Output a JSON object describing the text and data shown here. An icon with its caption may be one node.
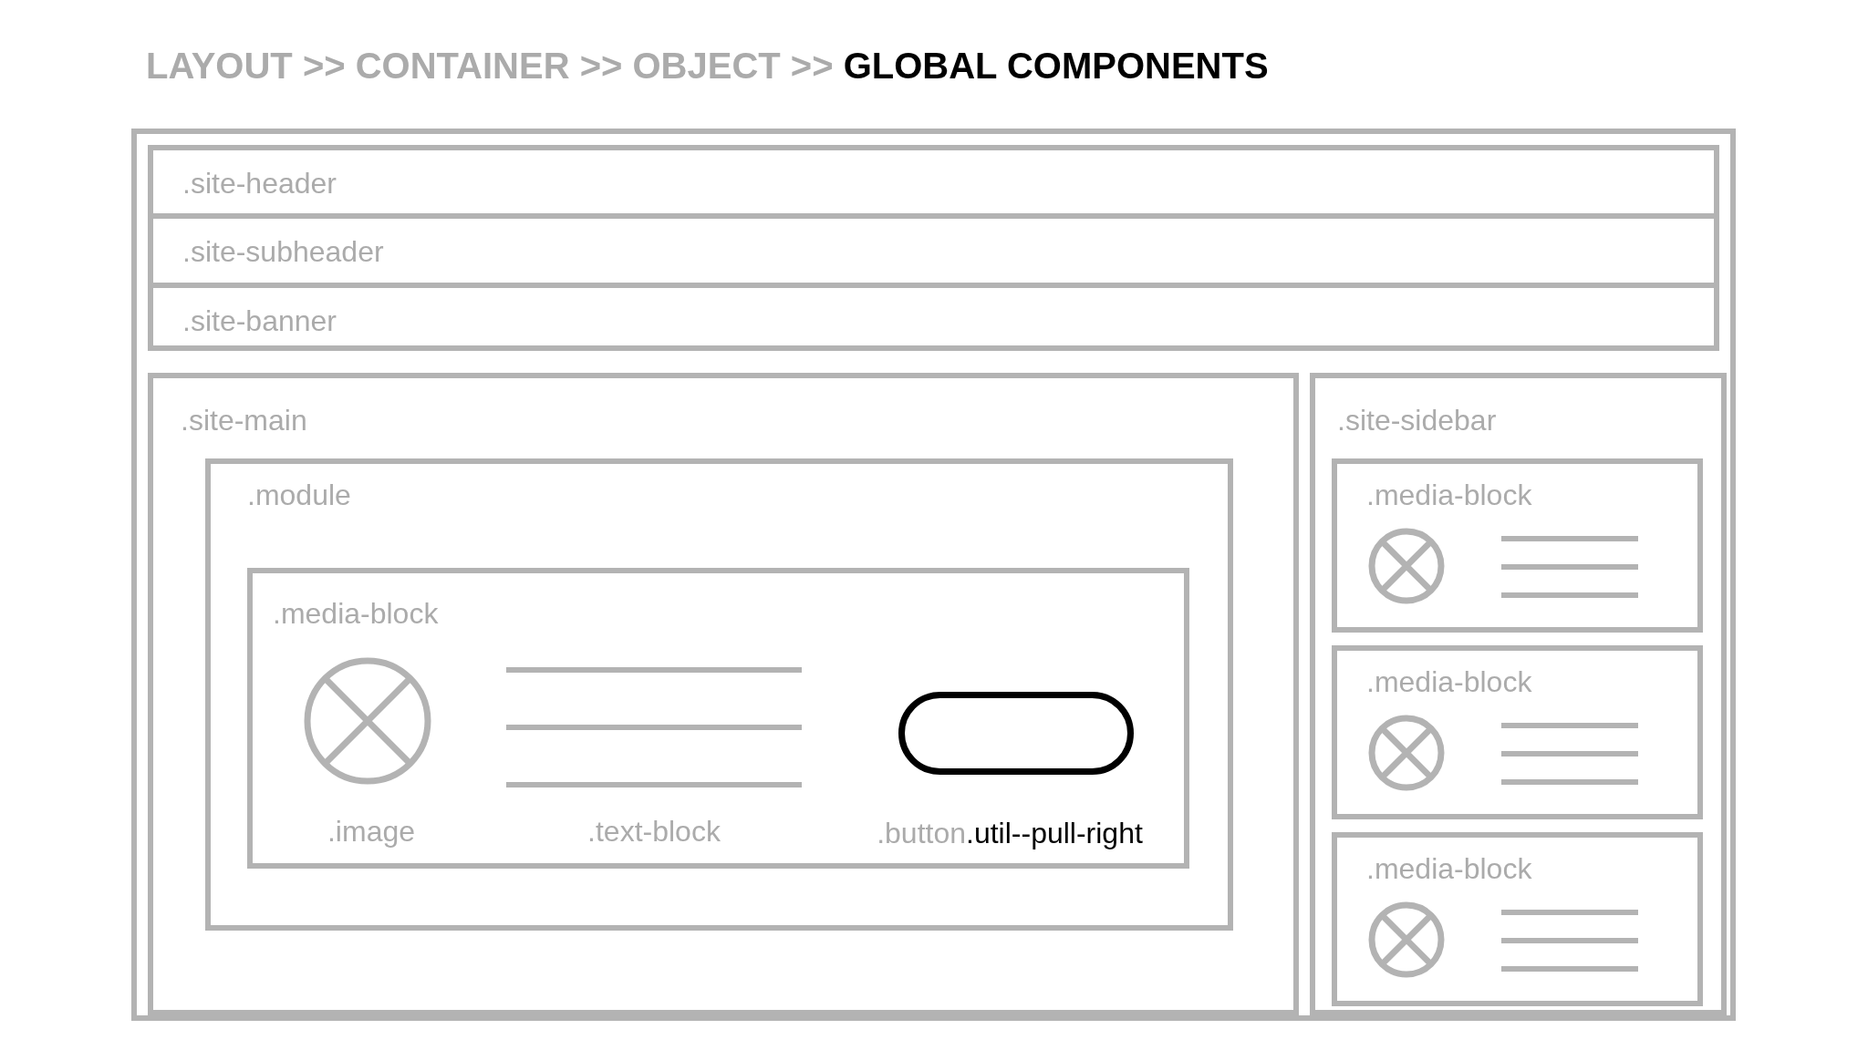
{
  "diagram": {
    "title": "LAYOUT >> CONTAINER >> OBJECT >> **GLOBAL COMPONENTS**",
    "nodes": [
      {
        "text": [],
        "shape": "box"
      },
      {
        "text": [],
        "shape": "box",
        "in": 0
      },
      {
        "text": [
          ".site-header"
        ],
        "in": 1
      },
      {
        "text": [
          ".site-subheader"
        ],
        "in": 1
      },
      {
        "text": [
          ".site-banner"
        ],
        "in": 1
      },
      {
        "text": [
          ".site-main"
        ],
        "in": 0
      },
      {
        "text": [
          ".module"
        ],
        "in": 5
      },
      {
        "text": [
          ".media-block"
        ],
        "in": 6
      },
      {
        "text": [
          ".image"
        ],
        "in": 7
      },
      {
        "text": [
          ".text-block"
        ],
        "in": 7
      },
      {
        "text": [
          ".button**.util--pull-right**"
        ],
        "in": 7
      },
      {
        "text": [
          ".site-sidebar"
        ],
        "in": 0
      },
      {
        "text": [
          ".media-block"
        ],
        "in": 11
      },
      {
        "text": [
          ".media-block"
        ],
        "in": 11
      },
      {
        "text": [
          ".media-block"
        ],
        "in": 11
      }
    ]
  }
}
